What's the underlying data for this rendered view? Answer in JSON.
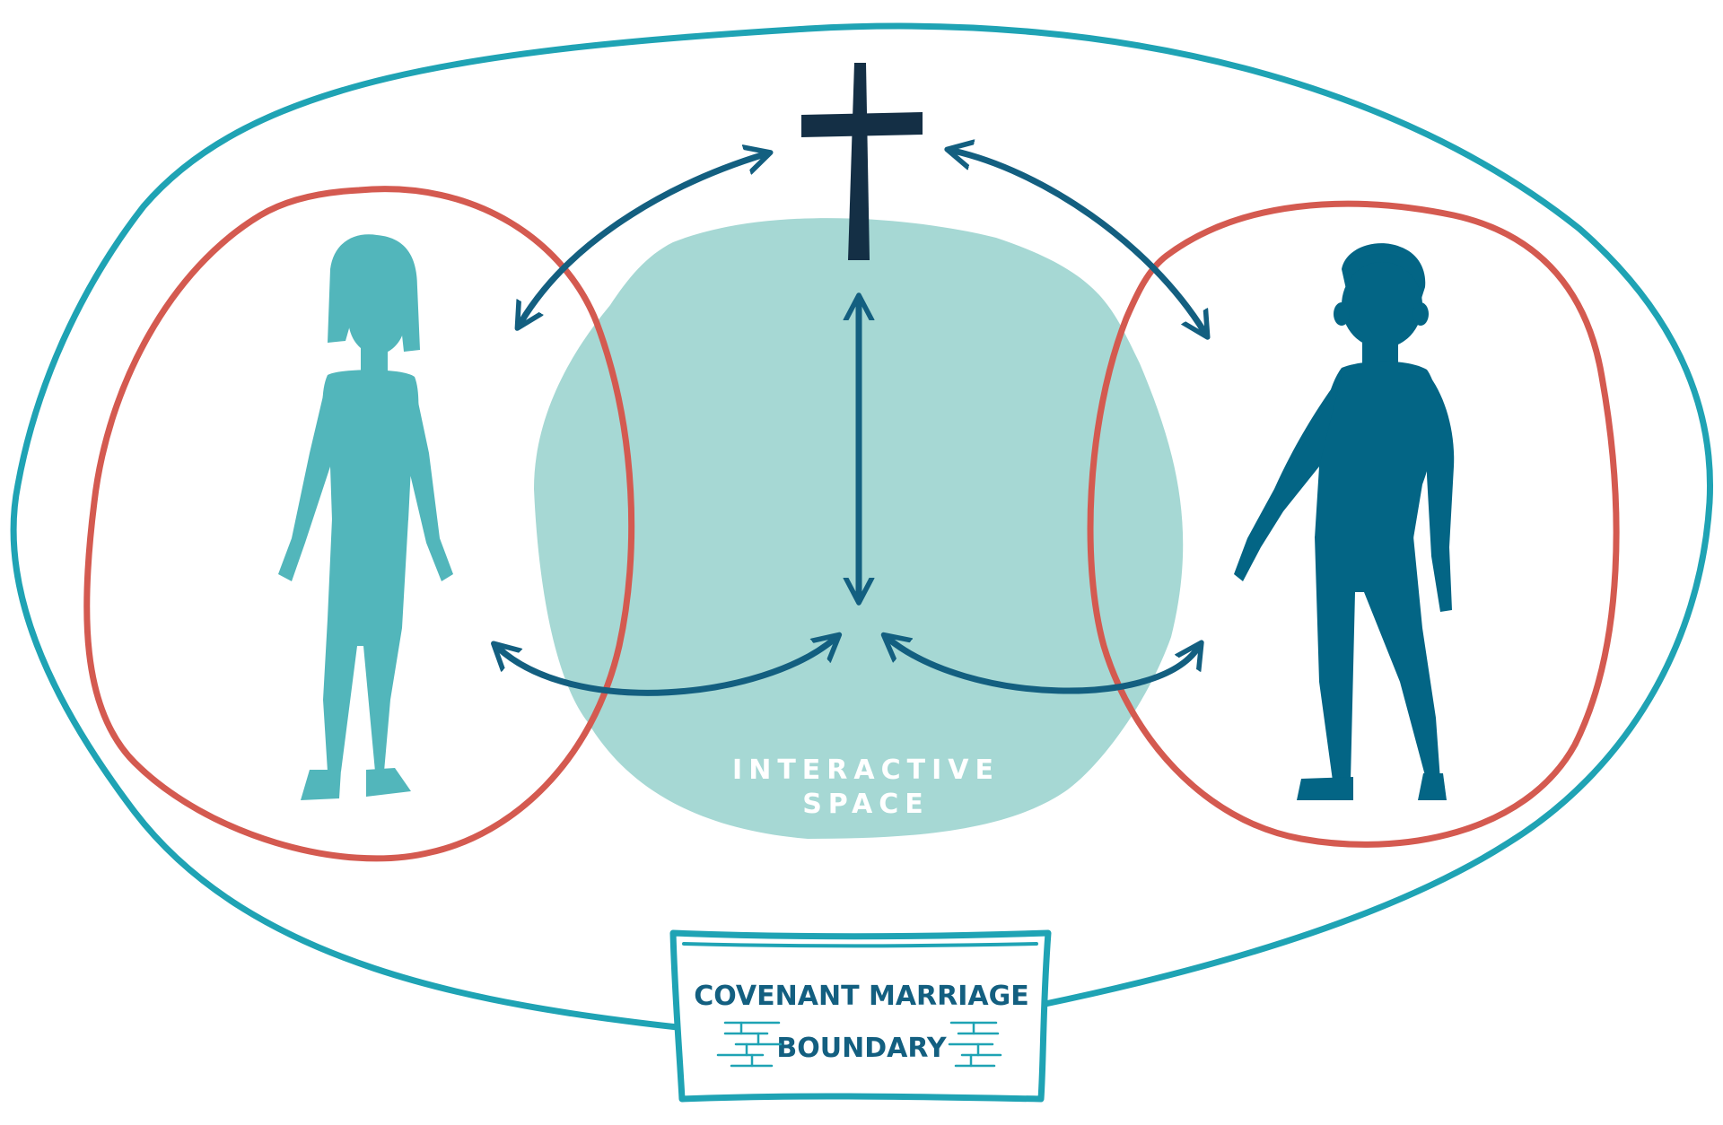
{
  "labels": {
    "interactive_line1": "INTERACTIVE",
    "interactive_line2": "SPACE",
    "boundary_line1": "COVENANT MARRIAGE",
    "boundary_line2": "BOUNDARY"
  },
  "icons": {
    "center": "cross-icon",
    "left_figure": "woman-icon",
    "right_figure": "man-icon",
    "boundary_decoration": "brick-wall-icon"
  },
  "colors": {
    "outer_boundary": "#1fa3b4",
    "personal_circle": "#d45a50",
    "interactive_space": "#a6d8d4",
    "arrows": "#135f80",
    "cross": "#142f45",
    "woman": "#52b6bb",
    "man": "#036585",
    "interactive_text": "#ffffff",
    "boundary_text": "#135f80"
  }
}
